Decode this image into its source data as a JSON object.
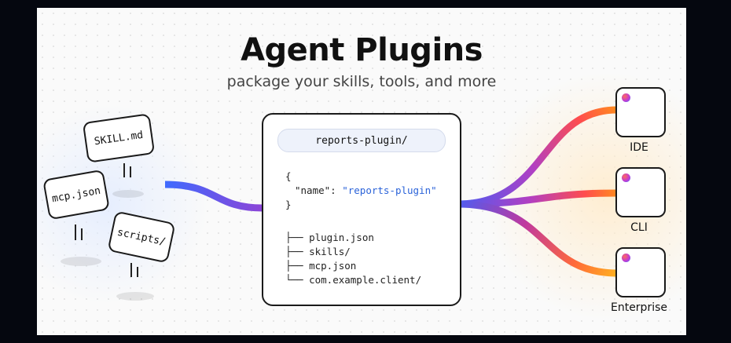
{
  "title": "Agent Plugins",
  "subtitle": "package your skills, tools, and more",
  "files": [
    {
      "label": "SKILL.md"
    },
    {
      "label": "mcp.json"
    },
    {
      "label": "scripts/"
    }
  ],
  "plugin": {
    "name": "reports-plugin/",
    "json": {
      "open": "{",
      "key": "\"name\"",
      "colon": ": ",
      "value": "\"reports-plugin\"",
      "close": "}"
    },
    "tree": [
      "├── plugin.json",
      "├── skills/",
      "├── mcp.json",
      "└── com.example.client/"
    ]
  },
  "targets": [
    {
      "label": "IDE"
    },
    {
      "label": "CLI"
    },
    {
      "label": "Enterprise"
    }
  ],
  "colors": {
    "flow_blue": "#3d6bff",
    "flow_purple": "#9b3fd1",
    "flow_red": "#ff4d4d",
    "flow_orange": "#ff9a1f",
    "json_string": "#2b63d9"
  }
}
